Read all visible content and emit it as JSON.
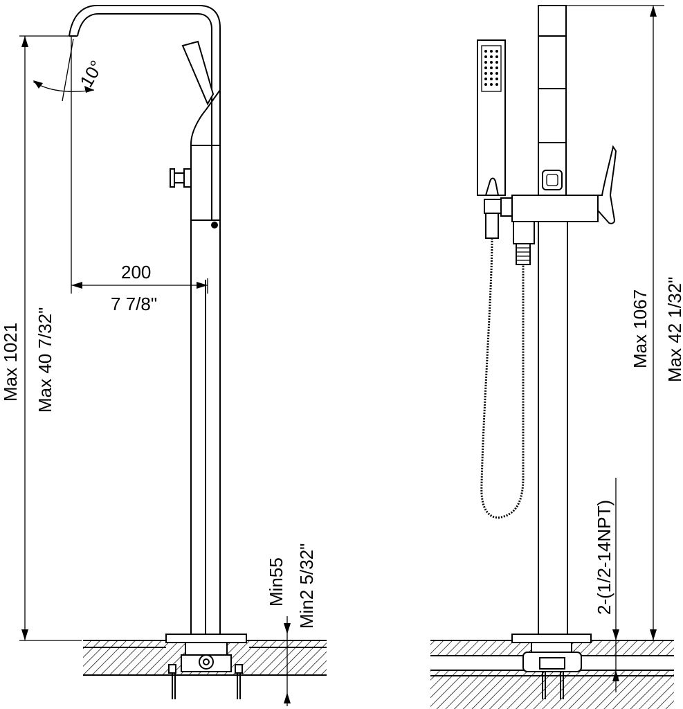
{
  "labels": {
    "height_left_mm": "Max 1021",
    "height_left_in": "Max 40 7/32\"",
    "reach_mm": "200",
    "reach_in": "7 7/8\"",
    "angle": "10°",
    "min_mm": "Min55",
    "min_in": "Min2 5/32\"",
    "height_right_mm": "Max 1067",
    "height_right_in": "Max 42 1/32\"",
    "connection": "2-(1/2-14NPT)"
  },
  "colors": {
    "line": "#000000",
    "background": "#ffffff"
  }
}
